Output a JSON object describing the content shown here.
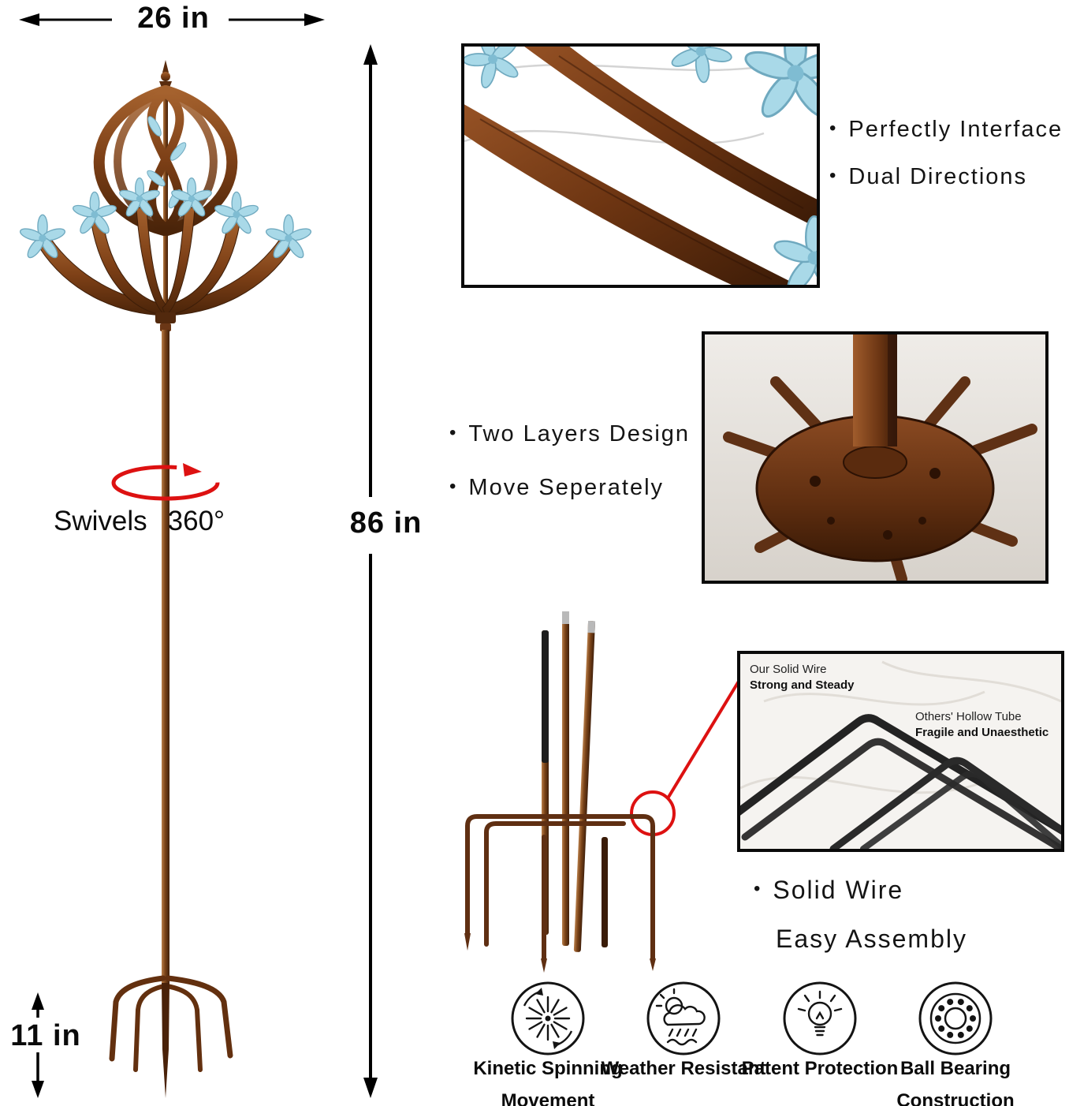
{
  "page": {
    "background": "#ffffff"
  },
  "measurements": {
    "width": "26 in",
    "height": "86 in",
    "stake": "11 in",
    "swivel_word": "Swivels",
    "swivel_degrees": "360°"
  },
  "bullet": "•",
  "feature_groups": {
    "interface": [
      "Perfectly Interface",
      "Dual Directions"
    ],
    "layers": [
      "Two Layers Design",
      "Move Seperately"
    ],
    "assembly": [
      "Solid Wire",
      "Easy Assembly"
    ]
  },
  "wire_box": {
    "ours_title": "Our Solid Wire",
    "ours_bold": "Strong and Steady",
    "others_title": "Others' Hollow Tube",
    "others_bold": "Fragile and Unaesthetic"
  },
  "badges": [
    {
      "icon": "kinetic-spinning-icon",
      "line1": "Kinetic Spinning",
      "line2": "Movement"
    },
    {
      "icon": "weather-resistant-icon",
      "line1": "Weather Resistant",
      "line2": ""
    },
    {
      "icon": "patent-protection-icon",
      "line1": "Patent Protection",
      "line2": ""
    },
    {
      "icon": "ball-bearing-icon",
      "line1": "Ball Bearing",
      "line2": "Construction"
    }
  ],
  "colors": {
    "bronze": "#8a4a22",
    "bronze_dark": "#4a2409",
    "bronze_light": "#b97f4a",
    "flower_blue": "#a9d9e8",
    "annotation_red": "#dd1111",
    "ink": "#0a0a0a"
  }
}
